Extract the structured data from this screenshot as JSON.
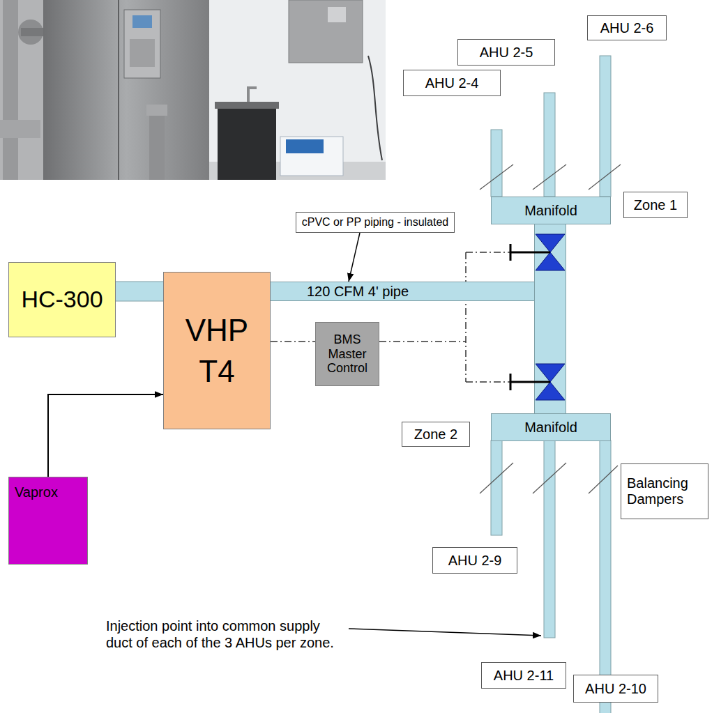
{
  "diagram": {
    "nodes": [
      {
        "text": [
          "AHU 2-6"
        ]
      },
      {
        "text": [
          "AHU 2-5"
        ]
      },
      {
        "text": [
          "AHU 2-4"
        ]
      },
      {
        "text": [
          "Manifold"
        ]
      },
      {
        "text": [
          "Zone 1"
        ]
      },
      {
        "text": [
          "cPVC or PP piping - insulated"
        ]
      },
      {
        "text": [
          "HC-300"
        ]
      },
      {
        "text": [
          "VHP T4"
        ]
      },
      {
        "text": [
          "120 CFM 4' pipe"
        ]
      },
      {
        "text": [
          "BMS Master Control"
        ]
      },
      {
        "text": [
          "Zone 2"
        ]
      },
      {
        "text": [
          "Manifold"
        ]
      },
      {
        "text": [
          "Balancing Dampers"
        ]
      },
      {
        "text": [
          "Vaprox"
        ]
      },
      {
        "text": [
          "AHU 2-9"
        ]
      },
      {
        "text": [
          "AHU 2-11"
        ]
      },
      {
        "text": [
          "AHU 2-10"
        ]
      }
    ],
    "edges": [
      {
        "from": 6,
        "to": 7,
        "arrow": "none"
      },
      {
        "from": 13,
        "to": 7,
        "arrow": "to"
      },
      {
        "from": 7,
        "to": 9,
        "arrow": "none"
      },
      {
        "from": 5,
        "to": 8,
        "arrow": "to"
      },
      {
        "from": 3,
        "to": 11,
        "arrow": "none"
      }
    ],
    "labels": [
      "Injection point into common supply duct of each of the 3 AHUs per zone."
    ]
  }
}
